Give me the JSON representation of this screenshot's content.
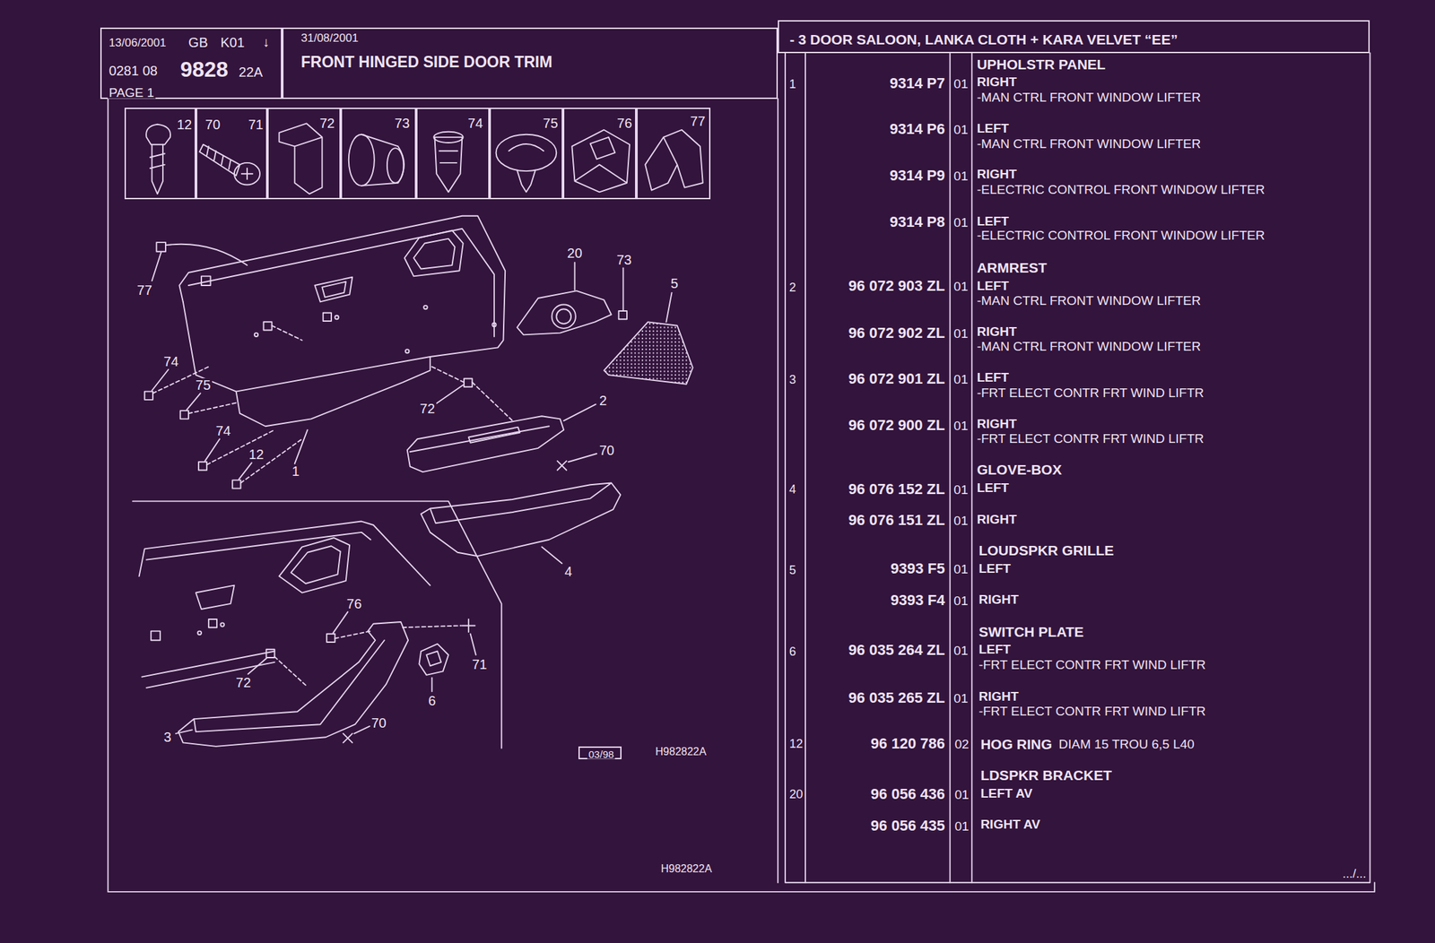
{
  "diagram": {
    "nodes": [
      {
        "text": [
          "13/06/2001",
          "GB",
          "K01",
          "↓",
          "0281 08",
          "9828",
          "22A",
          "PAGE 1"
        ]
      },
      {
        "text": [
          "31/08/2001",
          "FRONT HINGED SIDE DOOR TRIM"
        ]
      },
      {
        "text": [
          "- 3 DOOR SALOON, LANKA CLOTH + KARA VELVET “EE”"
        ]
      },
      {
        "text": [
          "12"
        ]
      },
      {
        "text": [
          "70",
          "71"
        ]
      },
      {
        "text": [
          "72"
        ]
      },
      {
        "text": [
          "73"
        ]
      },
      {
        "text": [
          "74"
        ]
      },
      {
        "text": [
          "75"
        ]
      },
      {
        "text": [
          "76"
        ]
      },
      {
        "text": [
          "77"
        ]
      },
      {
        "text": [
          "03/98"
        ]
      }
    ],
    "labels": [
      "77",
      "74",
      "75",
      "74",
      "12",
      "1",
      "72",
      "2",
      "70",
      "20",
      "73",
      "5",
      "4",
      "76",
      "71",
      "72",
      "6",
      "3",
      "70",
      "H982822A",
      "H982822A",
      "UPHOLSTR PANEL",
      "1",
      "9314 P7",
      "01",
      "RIGHT",
      "-MAN CTRL FRONT WINDOW LIFTER",
      "9314 P6",
      "01",
      "LEFT",
      "-MAN CTRL FRONT WINDOW LIFTER",
      "9314 P9",
      "01",
      "RIGHT",
      "-ELECTRIC CONTROL FRONT WINDOW LIFTER",
      "9314 P8",
      "01",
      "LEFT",
      "-ELECTRIC CONTROL FRONT WINDOW LIFTER",
      "ARMREST",
      "2",
      "96 072 903 ZL",
      "01",
      "LEFT",
      "-MAN CTRL FRONT WINDOW LIFTER",
      "96 072 902 ZL",
      "01",
      "RIGHT",
      "-MAN CTRL FRONT WINDOW LIFTER",
      "3",
      "96 072 901 ZL",
      "01",
      "LEFT",
      "-FRT ELECT CONTR FRT WIND LIFTR",
      "96 072 900 ZL",
      "01",
      "RIGHT",
      "-FRT ELECT CONTR FRT WIND LIFTR",
      "GLOVE-BOX",
      "4",
      "96 076 152 ZL",
      "01",
      "LEFT",
      "96 076 151 ZL",
      "01",
      "RIGHT",
      "LOUDSPKR GRILLE",
      "5",
      "9393 F5",
      "01",
      "LEFT",
      "9393 F4",
      "01",
      "RIGHT",
      "SWITCH PLATE",
      "6",
      "96 035 264 ZL",
      "01",
      "LEFT",
      "-FRT ELECT CONTR FRT WIND LIFTR",
      "96 035 265 ZL",
      "01",
      "RIGHT",
      "-FRT ELECT CONTR FRT WIND LIFTR",
      "12",
      "96 120 786",
      "02",
      "HOG RING",
      "DIAM 15 TROU 6,5 L40",
      "LDSPKR BRACKET",
      "20",
      "96 056 436",
      "01",
      "LEFT AV",
      "96 056 435",
      "01",
      "RIGHT AV",
      ".../..."
    ]
  }
}
